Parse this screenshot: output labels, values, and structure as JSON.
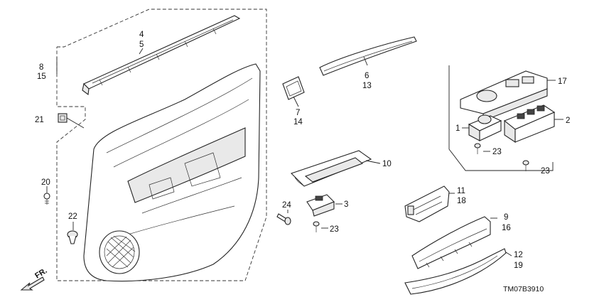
{
  "callouts": {
    "c1": "1",
    "c2": "2",
    "c3": "3",
    "c4": "4",
    "c5": "5",
    "c6": "6",
    "c7": "7",
    "c8": "8",
    "c9": "9",
    "c10": "10",
    "c11": "11",
    "c12": "12",
    "c13": "13",
    "c14": "14",
    "c15": "15",
    "c16": "16",
    "c17": "17",
    "c18": "18",
    "c19": "19",
    "c20": "20",
    "c21": "21",
    "c22": "22",
    "c23a": "23",
    "c23b": "23",
    "c23c": "23",
    "c24": "24"
  },
  "front_marker": "FR.",
  "diagram_code": "TM07B3910"
}
